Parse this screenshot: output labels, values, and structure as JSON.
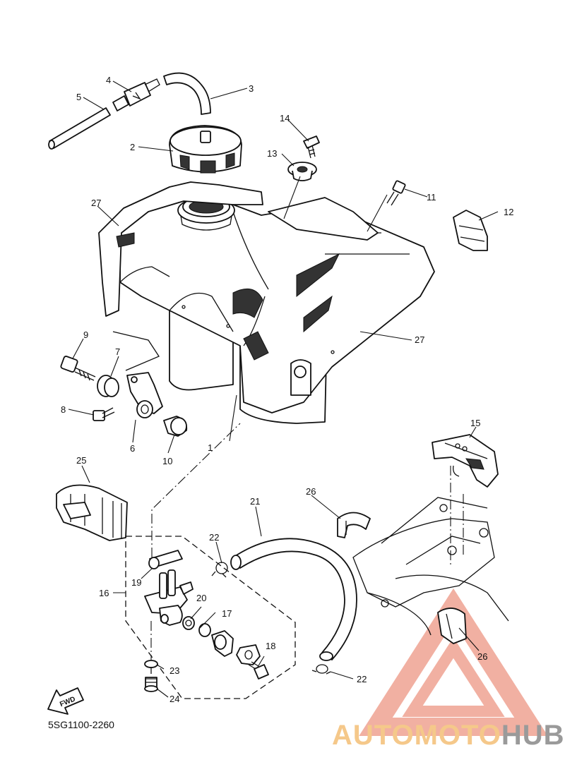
{
  "diagram": {
    "drawing_code": "5SG1100-2260",
    "fwd_badge": "FWD",
    "callouts": [
      {
        "id": "c1",
        "label": "1"
      },
      {
        "id": "c2",
        "label": "2"
      },
      {
        "id": "c3",
        "label": "3"
      },
      {
        "id": "c4",
        "label": "4"
      },
      {
        "id": "c5",
        "label": "5"
      },
      {
        "id": "c6",
        "label": "6"
      },
      {
        "id": "c7",
        "label": "7"
      },
      {
        "id": "c8",
        "label": "8"
      },
      {
        "id": "c9",
        "label": "9"
      },
      {
        "id": "c10",
        "label": "10"
      },
      {
        "id": "c11",
        "label": "11"
      },
      {
        "id": "c12",
        "label": "12"
      },
      {
        "id": "c13",
        "label": "13"
      },
      {
        "id": "c14",
        "label": "14"
      },
      {
        "id": "c15",
        "label": "15"
      },
      {
        "id": "c16",
        "label": "16"
      },
      {
        "id": "c17",
        "label": "17"
      },
      {
        "id": "c18",
        "label": "18"
      },
      {
        "id": "c19",
        "label": "19"
      },
      {
        "id": "c20",
        "label": "20"
      },
      {
        "id": "c21",
        "label": "21"
      },
      {
        "id": "c22a",
        "label": "22"
      },
      {
        "id": "c22b",
        "label": "22"
      },
      {
        "id": "c23",
        "label": "23"
      },
      {
        "id": "c24",
        "label": "24"
      },
      {
        "id": "c25",
        "label": "25"
      },
      {
        "id": "c26a",
        "label": "26"
      },
      {
        "id": "c26b",
        "label": "26"
      },
      {
        "id": "c27a",
        "label": "27"
      },
      {
        "id": "c27b",
        "label": "27"
      }
    ]
  },
  "watermark": {
    "part1": "AUTOMOTO",
    "part2": "HUB",
    "color_primary": "#f0a898",
    "color_secondary": "#9a9a9a",
    "color_part1": "#f5c88a"
  }
}
